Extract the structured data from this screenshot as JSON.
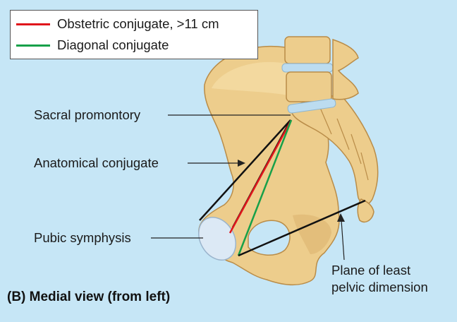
{
  "legend": {
    "items": [
      {
        "label": "Obstetric conjugate, >11 cm",
        "color": "#e0161c"
      },
      {
        "label": "Diagonal conjugate",
        "color": "#17a049"
      }
    ]
  },
  "labels": {
    "sacral_promontory": "Sacral promontory",
    "anatomical_conjugate": "Anatomical conjugate",
    "pubic_symphysis": "Pubic symphysis",
    "plane_line1": "Plane of least",
    "plane_line2": "pelvic dimension"
  },
  "caption": "(B) Medial view (from left)",
  "colors": {
    "background": "#c6e6f6",
    "bone": "#edcd8c",
    "bone_shade": "#d9b06a",
    "disc": "#bcdcf0",
    "cartilage": "#dce9f5",
    "conjugate_line": "#111111"
  }
}
